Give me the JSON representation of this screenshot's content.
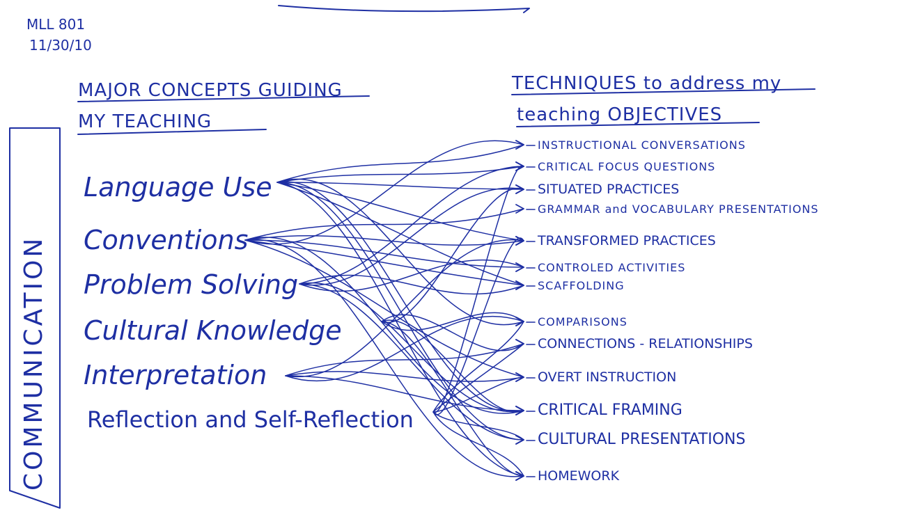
{
  "course": "MLL 801",
  "date": "11/30/10",
  "heading_left": {
    "line1": "MAJOR CONCEPTS GUIDING",
    "line2": "MY TEACHING"
  },
  "heading_right": {
    "line1": "TECHNIQUES to address my",
    "line2": "teaching OBJECTIVES"
  },
  "side_label": "COMMUNICATION",
  "concepts": [
    {
      "id": "language-use",
      "label": "Language Use"
    },
    {
      "id": "conventions",
      "label": "Conventions"
    },
    {
      "id": "problem-solving",
      "label": "Problem Solving"
    },
    {
      "id": "cultural-knowledge",
      "label": "Cultural Knowledge"
    },
    {
      "id": "interpretation",
      "label": "Interpretation"
    },
    {
      "id": "reflection",
      "label": "Reflection and Self-Reflection"
    }
  ],
  "techniques": [
    {
      "id": "instructional-conversations",
      "label": "INSTRUCTIONAL CONVERSATIONS"
    },
    {
      "id": "critical-focus-questions",
      "label": "CRITICAL FOCUS QUESTIONS"
    },
    {
      "id": "situated-practices",
      "label": "SITUATED PRACTICES"
    },
    {
      "id": "grammar-vocab",
      "label": "GRAMMAR and VOCABULARY PRESENTATIONS"
    },
    {
      "id": "transformed-practices",
      "label": "TRANSFORMED PRACTICES"
    },
    {
      "id": "controled-activities",
      "label": "CONTROLED ACTIVITIES"
    },
    {
      "id": "scaffolding",
      "label": "SCAFFOLDING"
    },
    {
      "id": "comparisons",
      "label": "COMPARISONS"
    },
    {
      "id": "connections-relationships",
      "label": "CONNECTIONS - RELATIONSHIPS"
    },
    {
      "id": "overt-instruction",
      "label": "OVERT INSTRUCTION"
    },
    {
      "id": "critical-framing",
      "label": "CRITICAL FRAMING"
    },
    {
      "id": "cultural-presentations",
      "label": "CULTURAL PRESENTATIONS"
    },
    {
      "id": "homework",
      "label": "HOMEWORK"
    }
  ],
  "connections": [
    [
      "language-use",
      "instructional-conversations"
    ],
    [
      "language-use",
      "critical-focus-questions"
    ],
    [
      "language-use",
      "situated-practices"
    ],
    [
      "language-use",
      "transformed-practices"
    ],
    [
      "language-use",
      "scaffolding"
    ],
    [
      "language-use",
      "comparisons"
    ],
    [
      "language-use",
      "critical-framing"
    ],
    [
      "language-use",
      "cultural-presentations"
    ],
    [
      "language-use",
      "homework"
    ],
    [
      "conventions",
      "instructional-conversations"
    ],
    [
      "conventions",
      "grammar-vocab"
    ],
    [
      "conventions",
      "transformed-practices"
    ],
    [
      "conventions",
      "controled-activities"
    ],
    [
      "conventions",
      "scaffolding"
    ],
    [
      "conventions",
      "overt-instruction"
    ],
    [
      "conventions",
      "critical-framing"
    ],
    [
      "conventions",
      "homework"
    ],
    [
      "problem-solving",
      "critical-focus-questions"
    ],
    [
      "problem-solving",
      "situated-practices"
    ],
    [
      "problem-solving",
      "controled-activities"
    ],
    [
      "problem-solving",
      "scaffolding"
    ],
    [
      "problem-solving",
      "critical-framing"
    ],
    [
      "problem-solving",
      "cultural-presentations"
    ],
    [
      "cultural-knowledge",
      "situated-practices"
    ],
    [
      "cultural-knowledge",
      "comparisons"
    ],
    [
      "cultural-knowledge",
      "connections-relationships"
    ],
    [
      "cultural-knowledge",
      "critical-framing"
    ],
    [
      "cultural-knowledge",
      "homework"
    ],
    [
      "interpretation",
      "transformed-practices"
    ],
    [
      "interpretation",
      "comparisons"
    ],
    [
      "interpretation",
      "connections-relationships"
    ],
    [
      "interpretation",
      "overt-instruction"
    ],
    [
      "interpretation",
      "critical-framing"
    ],
    [
      "reflection",
      "critical-focus-questions"
    ],
    [
      "reflection",
      "transformed-practices"
    ],
    [
      "reflection",
      "comparisons"
    ],
    [
      "reflection",
      "connections-relationships"
    ],
    [
      "reflection",
      "overt-instruction"
    ],
    [
      "reflection",
      "cultural-presentations"
    ],
    [
      "reflection",
      "homework"
    ]
  ]
}
